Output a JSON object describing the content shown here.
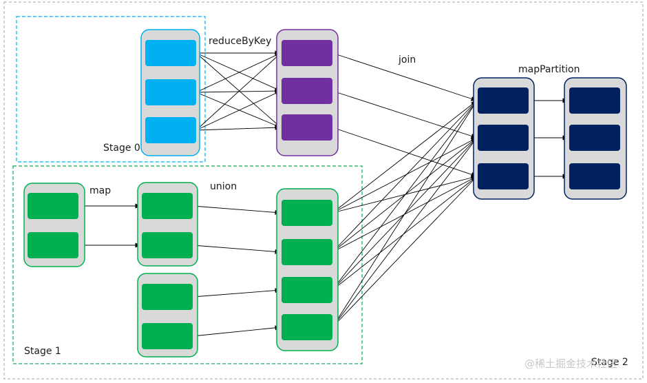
{
  "labels": {
    "reduceByKey": "reduceByKey",
    "join": "join",
    "mapPartition": "mapPartition",
    "map": "map",
    "union": "union",
    "stage0": "Stage 0",
    "stage1": "Stage 1",
    "stage2": "Stage 2"
  },
  "watermark": "@稀土掘金技术社区",
  "colors": {
    "blue": "#00b0f0",
    "purple": "#7030a0",
    "green": "#00b050",
    "navy": "#002060",
    "partition_bg": "#d9d9d9",
    "stage0_border": "#00b0f0",
    "stage1_border": "#00b050",
    "stage2_border": "#a6a6a6"
  }
}
